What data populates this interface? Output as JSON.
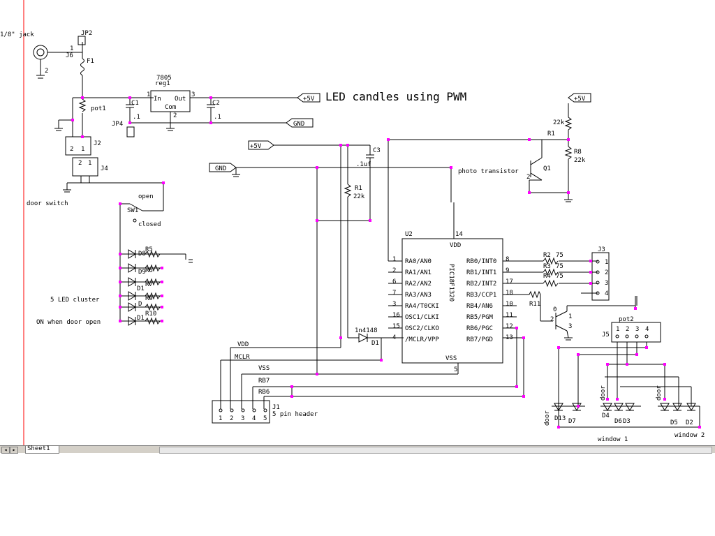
{
  "sheet": {
    "tab_label": "Sheet1",
    "title": "LED candles using PWM"
  },
  "labels": {
    "jack": "1/8\" jack",
    "j6": "J6",
    "jp2": "JP2",
    "f1": "F1",
    "pot1": "pot1",
    "j2": "J2",
    "j4": "J4",
    "reg_part": "7805",
    "reg_name": "reg1",
    "reg_in": "In",
    "reg_out": "Out",
    "reg_com": "Com",
    "c1": "C1",
    "c1_val": ".1",
    "c2": "C2",
    "c2_val": ".1",
    "jp4": "JP4",
    "door_switch": "door switch",
    "sw_open": "open",
    "sw_closed": "closed",
    "sw1": "SW1",
    "led_cluster": "5 LED cluster",
    "led_note": "ON when door open",
    "r5": "R5",
    "r6": "R6",
    "r7": "R7",
    "r9": "R9",
    "r10": "R10",
    "d8": "D8",
    "d9": "D9",
    "d10": "D1",
    "d11": "D",
    "d12": "D1",
    "c3": "C3",
    "c3_val": ".1uf",
    "r1a": "R1",
    "r1a_val": "22k",
    "r1b": "R1",
    "r1b_val": "22k",
    "r8": "R8",
    "r8_val": "22k",
    "q1": "Q1",
    "photo": "photo transistor",
    "u2": "U2",
    "mcu": "PIC18F1320",
    "vdd_top": "VDD",
    "vss_bot": "VSS",
    "d1": "D1",
    "d1_val": "1n4148",
    "r2": "R2",
    "r3": "R3",
    "r4": "R4",
    "r2_val": "75",
    "r3_val": "75",
    "r4_val": "75",
    "r11": "R11",
    "j3": "J3",
    "j5": "J5",
    "pot2": "pot2",
    "j1": "J1",
    "j1_desc": "5 pin header",
    "bus_vdd": "VDD",
    "bus_mclr": "MCLR",
    "bus_vss": "VSS",
    "bus_rb7": "RB7",
    "bus_rb6": "RB6",
    "window1": "window 1",
    "window2": "window 2",
    "door": "door",
    "d13": "D13",
    "d7": "D7",
    "d4": "D4",
    "d6": "D6",
    "d3": "D3",
    "d5": "D5",
    "d2": "D2"
  },
  "net_labels": {
    "plus5v_a": "+5V",
    "plus5v_b": "+5V",
    "plus5v_c": "+5V",
    "gnd_a": "GND",
    "gnd_b": "GND"
  },
  "mcu_pins_left": [
    {
      "num": "1",
      "name": "RA0/AN0"
    },
    {
      "num": "2",
      "name": "RA1/AN1"
    },
    {
      "num": "6",
      "name": "RA2/AN2"
    },
    {
      "num": "7",
      "name": "RA3/AN3"
    },
    {
      "num": "3",
      "name": "RA4/T0CKI"
    },
    {
      "num": "16",
      "name": "OSC1/CLKI"
    },
    {
      "num": "15",
      "name": "OSC2/CLKO"
    },
    {
      "num": "4",
      "name": "/MCLR/VPP"
    }
  ],
  "mcu_pins_right": [
    {
      "num": "8",
      "name": "RB0/INT0"
    },
    {
      "num": "9",
      "name": "RB1/INT1"
    },
    {
      "num": "17",
      "name": "RB2/INT2"
    },
    {
      "num": "18",
      "name": "RB3/CCP1"
    },
    {
      "num": "10",
      "name": "RB4/AN6"
    },
    {
      "num": "11",
      "name": "RB5/PGM"
    },
    {
      "num": "12",
      "name": "RB6/PGC"
    },
    {
      "num": "13",
      "name": "RB7/PGD"
    }
  ],
  "mcu_pin_vdd": "14",
  "mcu_pin_vss": "5",
  "j3_pins": [
    "1",
    "2",
    "3",
    "4"
  ],
  "j5_pins": [
    "1",
    "2",
    "3",
    "4"
  ],
  "j1_pins": [
    "1",
    "2",
    "3",
    "4",
    "5"
  ],
  "j2_pins": [
    "2",
    "1"
  ],
  "j4_pins": [
    "2",
    "1"
  ],
  "q1_pins": [
    "2"
  ],
  "reg_pins": [
    "1",
    "3",
    "2"
  ],
  "jack_pins": [
    "1",
    "2"
  ],
  "q2_pins": [
    "0",
    "1",
    "2",
    "3"
  ],
  "colors": {
    "wire": "#000000",
    "junction": "#ff00ff",
    "margin": "#ff0000"
  }
}
